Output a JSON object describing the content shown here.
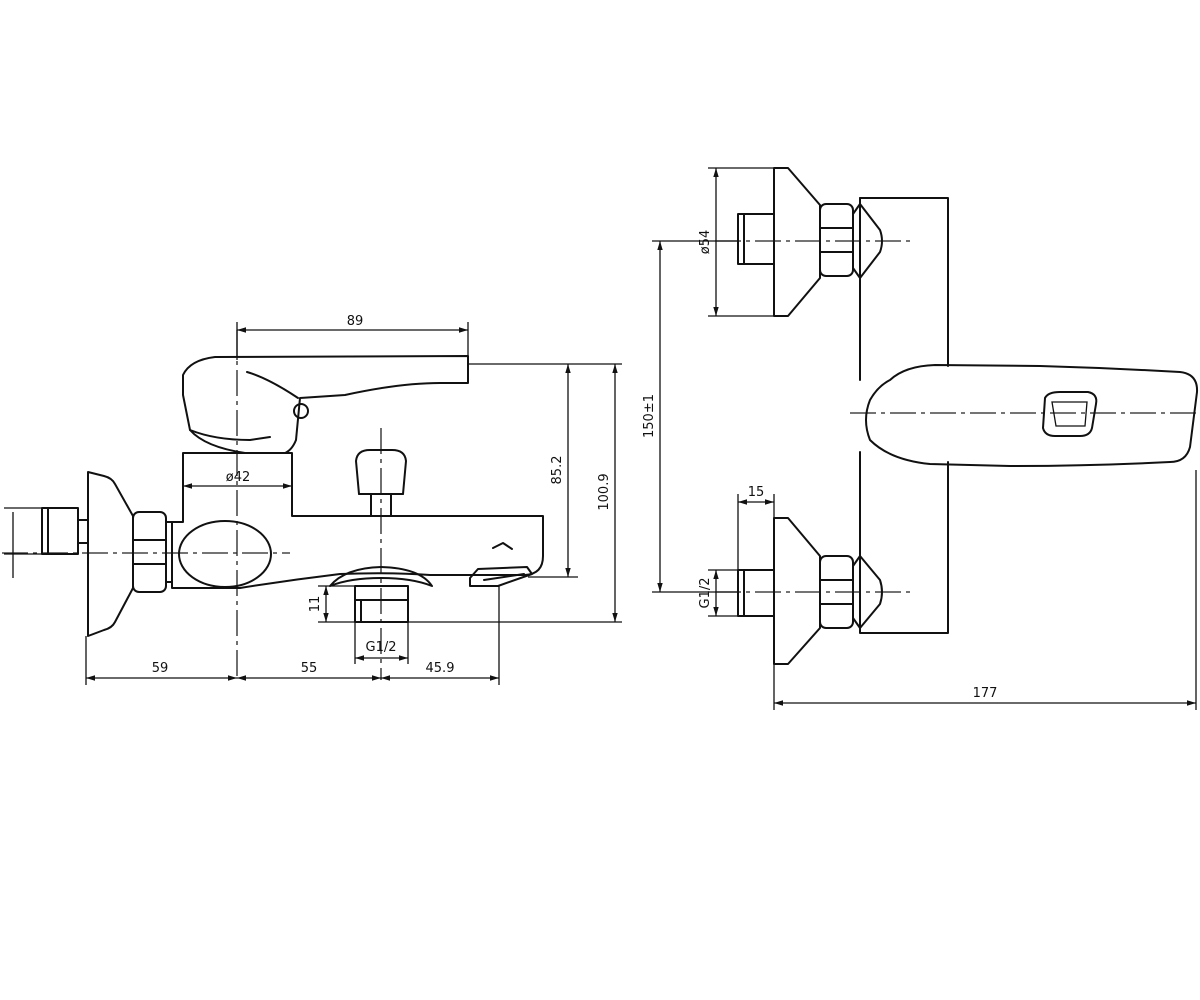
{
  "drawing": {
    "side_view": {
      "dimensions": {
        "width_lever": "89",
        "diameter_body": "ø42",
        "height_spout": "85.2",
        "height_total": "100.9",
        "wall_to_axis": "59",
        "axis_to_outlet": "55",
        "outlet_to_spout": "45.9",
        "thread_length": "11",
        "thread": "G1/2"
      }
    },
    "top_view": {
      "dimensions": {
        "flange_diameter": "ø54",
        "inlet_spacing": "150±1",
        "eccentric_length": "15",
        "thread": "G1/2",
        "total_depth": "177"
      }
    }
  }
}
